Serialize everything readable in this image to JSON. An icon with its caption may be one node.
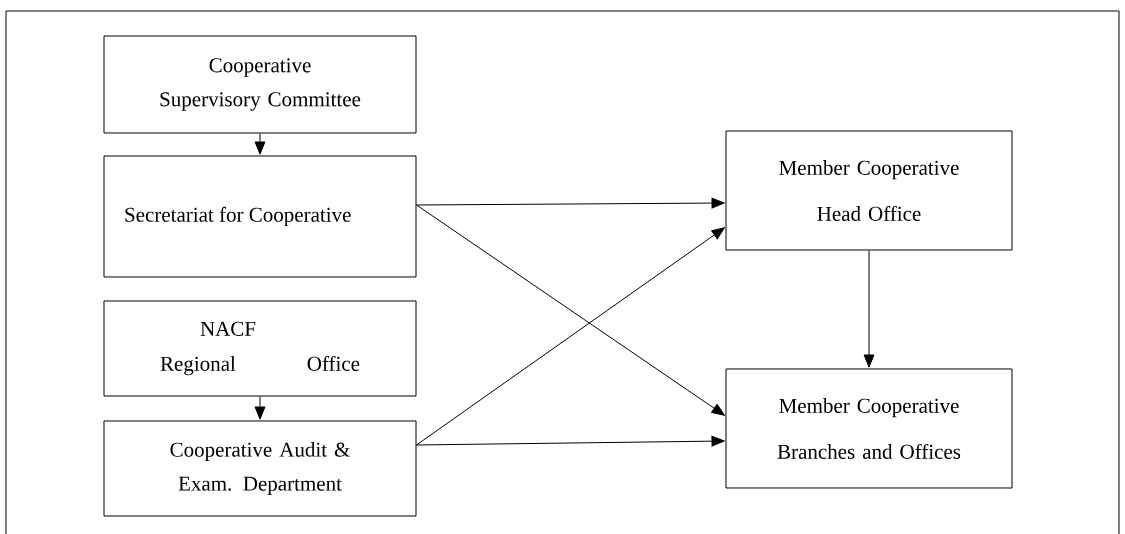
{
  "diagram": {
    "nodes": [
      {
        "text": [
          "Cooperative Supervisory Committee"
        ]
      },
      {
        "text": [
          "Secretariat for Cooperative"
        ]
      },
      {
        "text": [
          "NACF Regional Office"
        ]
      },
      {
        "text": [
          "Cooperative Audit & Exam. Department"
        ]
      },
      {
        "text": [
          "Member Cooperative Head Office"
        ]
      },
      {
        "text": [
          "Member Cooperative Branches and Offices"
        ]
      }
    ],
    "edges": [
      {
        "from": 0,
        "to": 1,
        "arrow": "to"
      },
      {
        "from": 2,
        "to": 3,
        "arrow": "to"
      },
      {
        "from": 1,
        "to": 4,
        "arrow": "to"
      },
      {
        "from": 1,
        "to": 5,
        "arrow": "to"
      },
      {
        "from": 3,
        "to": 4,
        "arrow": "to"
      },
      {
        "from": 3,
        "to": 5,
        "arrow": "to"
      },
      {
        "from": 4,
        "to": 5,
        "arrow": "to"
      }
    ]
  }
}
